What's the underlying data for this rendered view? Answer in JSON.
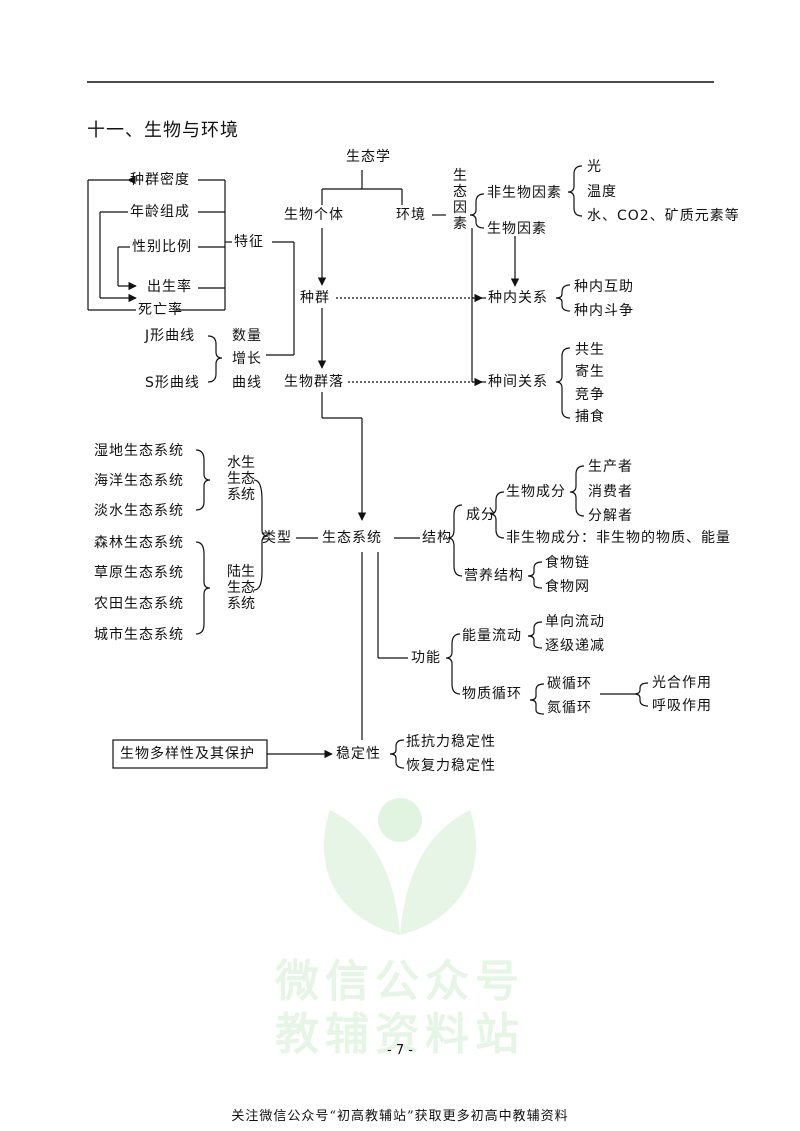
{
  "section_title": "十一、生物与环境",
  "page_number": "- 7 -",
  "footer_text": "关注微信公众号“初高教辅站”获取更多初高中教辅资料",
  "watermark": {
    "line1": "微信公众号",
    "line2": "教辅资料站"
  },
  "colors": {
    "watermark": "#7fc97f",
    "line": "#111111"
  },
  "diagram": {
    "ecology": "生态学",
    "individual": "生物个体",
    "environment": "环境",
    "eco_factor": "生态因素",
    "abiotic": "非生物因素",
    "light": "光",
    "temperature": "温度",
    "water_etc": "水、CO2、矿质元素等",
    "biotic": "生物因素",
    "population": "种群",
    "community": "生物群落",
    "intraspecific": "种内关系",
    "mutual_help": "种内互助",
    "struggle": "种内斗争",
    "interspecific": "种间关系",
    "symbiosis": "共生",
    "parasitism": "寄生",
    "competition": "竞争",
    "predation": "捕食",
    "density": "种群密度",
    "age": "年龄组成",
    "sex_ratio": "性别比例",
    "birth": "出生率",
    "death": "死亡率",
    "features": "特征",
    "j_curve": "J形曲线",
    "s_curve": "S形曲线",
    "quantity": "数量",
    "growth": "增长",
    "curve": "曲线",
    "ecosystem": "生态系统",
    "type": "类型",
    "aquatic": "水生生态系统",
    "terrestrial": "陆生生态系统",
    "wetland": "湿地生态系统",
    "ocean": "海洋生态系统",
    "freshwater": "淡水生态系统",
    "forest": "森林生态系统",
    "grassland": "草原生态系统",
    "farmland": "农田生态系统",
    "city": "城市生态系统",
    "structure": "结构",
    "composition": "成分",
    "bio_component": "生物成分",
    "producer": "生产者",
    "consumer": "消费者",
    "decomposer": "分解者",
    "abiotic_component": "非生物成分：非生物的物质、能量",
    "trophic": "营养结构",
    "food_chain": "食物链",
    "food_web": "食物网",
    "function": "功能",
    "energy_flow": "能量流动",
    "one_way": "单向流动",
    "decreasing": "逐级递减",
    "material_cycle": "物质循环",
    "carbon_cycle": "碳循环",
    "nitrogen_cycle": "氮循环",
    "photosynthesis": "光合作用",
    "respiration": "呼吸作用",
    "stability": "稳定性",
    "resistance": "抵抗力稳定性",
    "resilience": "恢复力稳定性",
    "biodiversity": "生物多样性及其保护"
  }
}
